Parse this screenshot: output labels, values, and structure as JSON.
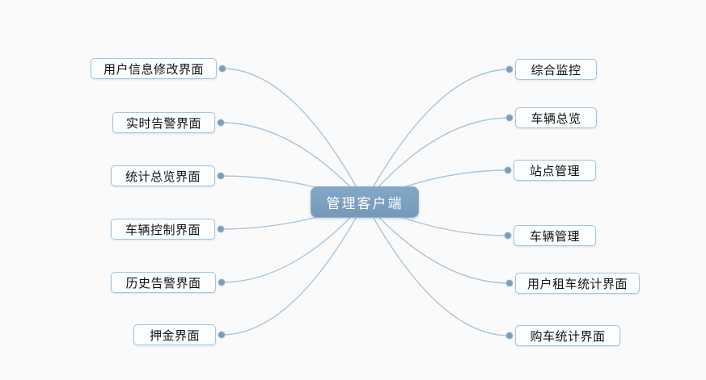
{
  "diagram": {
    "type": "mindmap",
    "center": {
      "label": "管理客户端"
    },
    "left_nodes": [
      {
        "label": "用户信息修改界面"
      },
      {
        "label": "实时告警界面"
      },
      {
        "label": "统计总览界面"
      },
      {
        "label": "车辆控制界面"
      },
      {
        "label": "历史告警界面"
      },
      {
        "label": "押金界面"
      }
    ],
    "right_nodes": [
      {
        "label": "综合监控"
      },
      {
        "label": "车辆总览"
      },
      {
        "label": "站点管理"
      },
      {
        "label": "车辆管理"
      },
      {
        "label": "用户租车统计界面"
      },
      {
        "label": "购车统计界面"
      }
    ]
  },
  "colors": {
    "background": "#fafafa",
    "node_background": "#fcfdfe",
    "node_border": "#a6c4dc",
    "node_text": "#111111",
    "center_background": "#7ca1c0",
    "center_text": "#ffffff",
    "connector_line": "#aac5da",
    "connector_dot": "#7e9db9"
  }
}
